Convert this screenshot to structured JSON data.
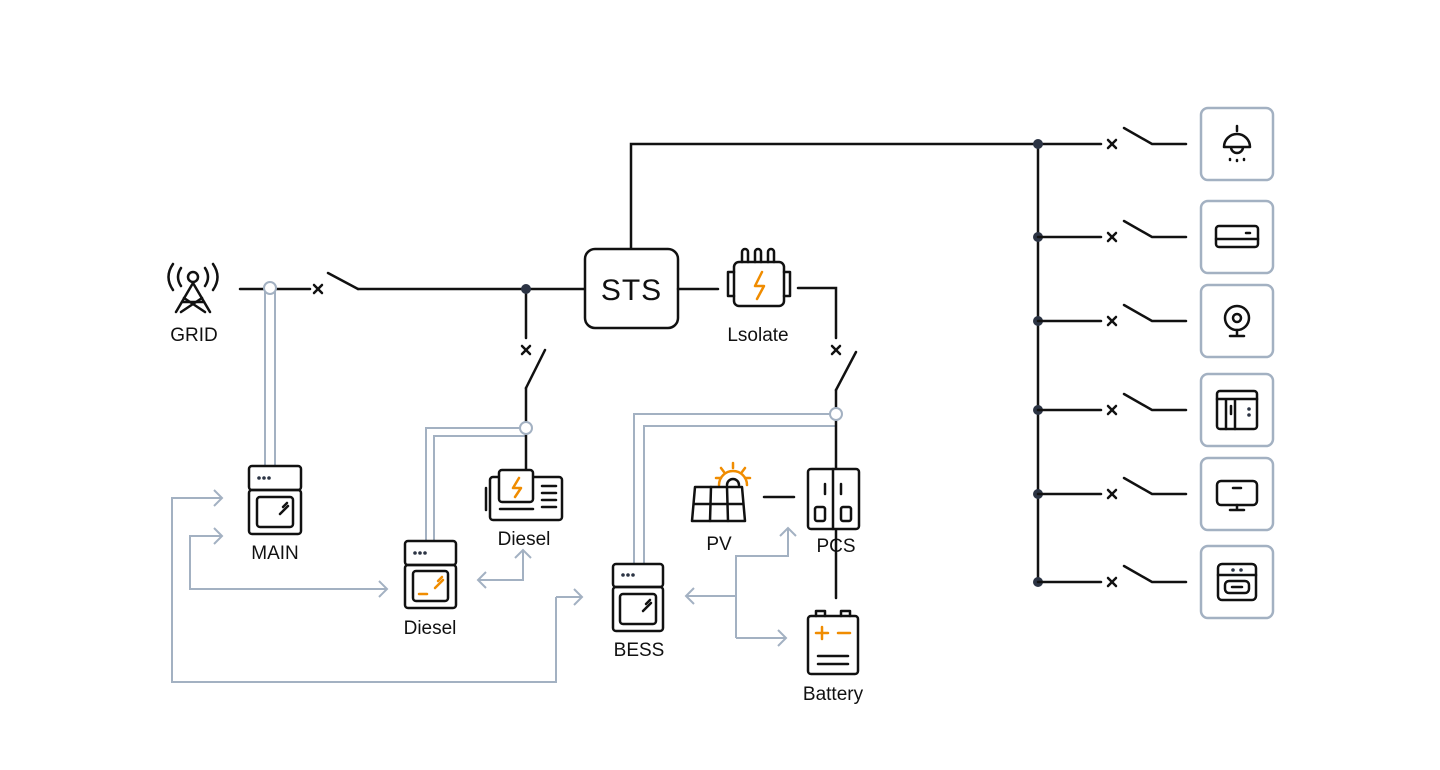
{
  "labels": {
    "grid": "GRID",
    "sts": "STS",
    "isolate": "Lsolate",
    "main": "MAIN",
    "diesel_generator": "Diesel",
    "diesel_controller": "Diesel",
    "pv": "PV",
    "pcs": "PCS",
    "bess": "BESS",
    "battery": "Battery"
  },
  "loads": [
    {
      "icon": "ceiling-lamp-icon"
    },
    {
      "icon": "air-conditioner-icon"
    },
    {
      "icon": "webcam-icon"
    },
    {
      "icon": "refrigerator-icon"
    },
    {
      "icon": "monitor-icon"
    },
    {
      "icon": "oven-icon"
    }
  ],
  "colors": {
    "power_line": "#111111",
    "control_line": "#a3b1c2",
    "accent": "#f08c00",
    "bus_dot": "#2c3444"
  }
}
